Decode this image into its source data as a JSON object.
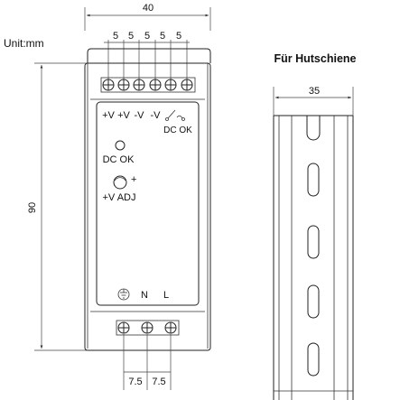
{
  "unit_label": "Unit:mm",
  "width_dim": "40",
  "height_dim": "90",
  "pitch_dims": [
    "5",
    "5",
    "5",
    "5",
    "5"
  ],
  "output_terminal_labels": [
    "+V",
    "+V",
    "-V",
    "-V"
  ],
  "dc_ok_label": "DC OK",
  "led_label": "DC OK",
  "adj_plus": "+",
  "adj_label": "+V ADJ",
  "ac_labels": [
    "N",
    "L"
  ],
  "bottom_pitch_dims": [
    "7.5",
    "7.5"
  ],
  "rail_title": "Für Hutschiene",
  "rail_width_dim": "35"
}
